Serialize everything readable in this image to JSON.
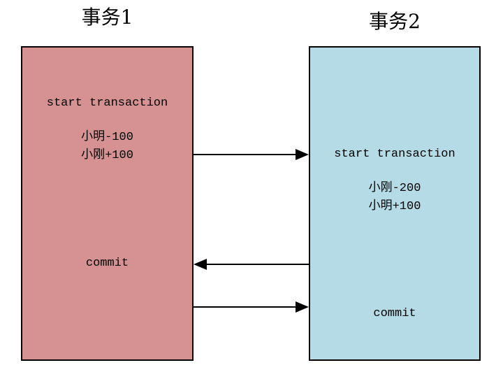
{
  "transaction1": {
    "title": "事务1",
    "start": "start transaction",
    "op1": "小明-100",
    "op2": "小刚+100",
    "commit": "commit"
  },
  "transaction2": {
    "title": "事务2",
    "start": "start transaction",
    "op1": "小刚-200",
    "op2": "小明+100",
    "commit": "commit"
  },
  "arrows": [
    {
      "name": "tx1-to-tx2-start",
      "direction": "right"
    },
    {
      "name": "tx2-to-tx1-commit",
      "direction": "left"
    },
    {
      "name": "tx1-to-tx2-after-commit",
      "direction": "right"
    }
  ],
  "colors": {
    "transaction1_fill": "#d69292",
    "transaction2_fill": "#b5dbe7",
    "border": "#000000",
    "arrow": "#000000",
    "background": "#ffffff",
    "text": "#000000"
  }
}
